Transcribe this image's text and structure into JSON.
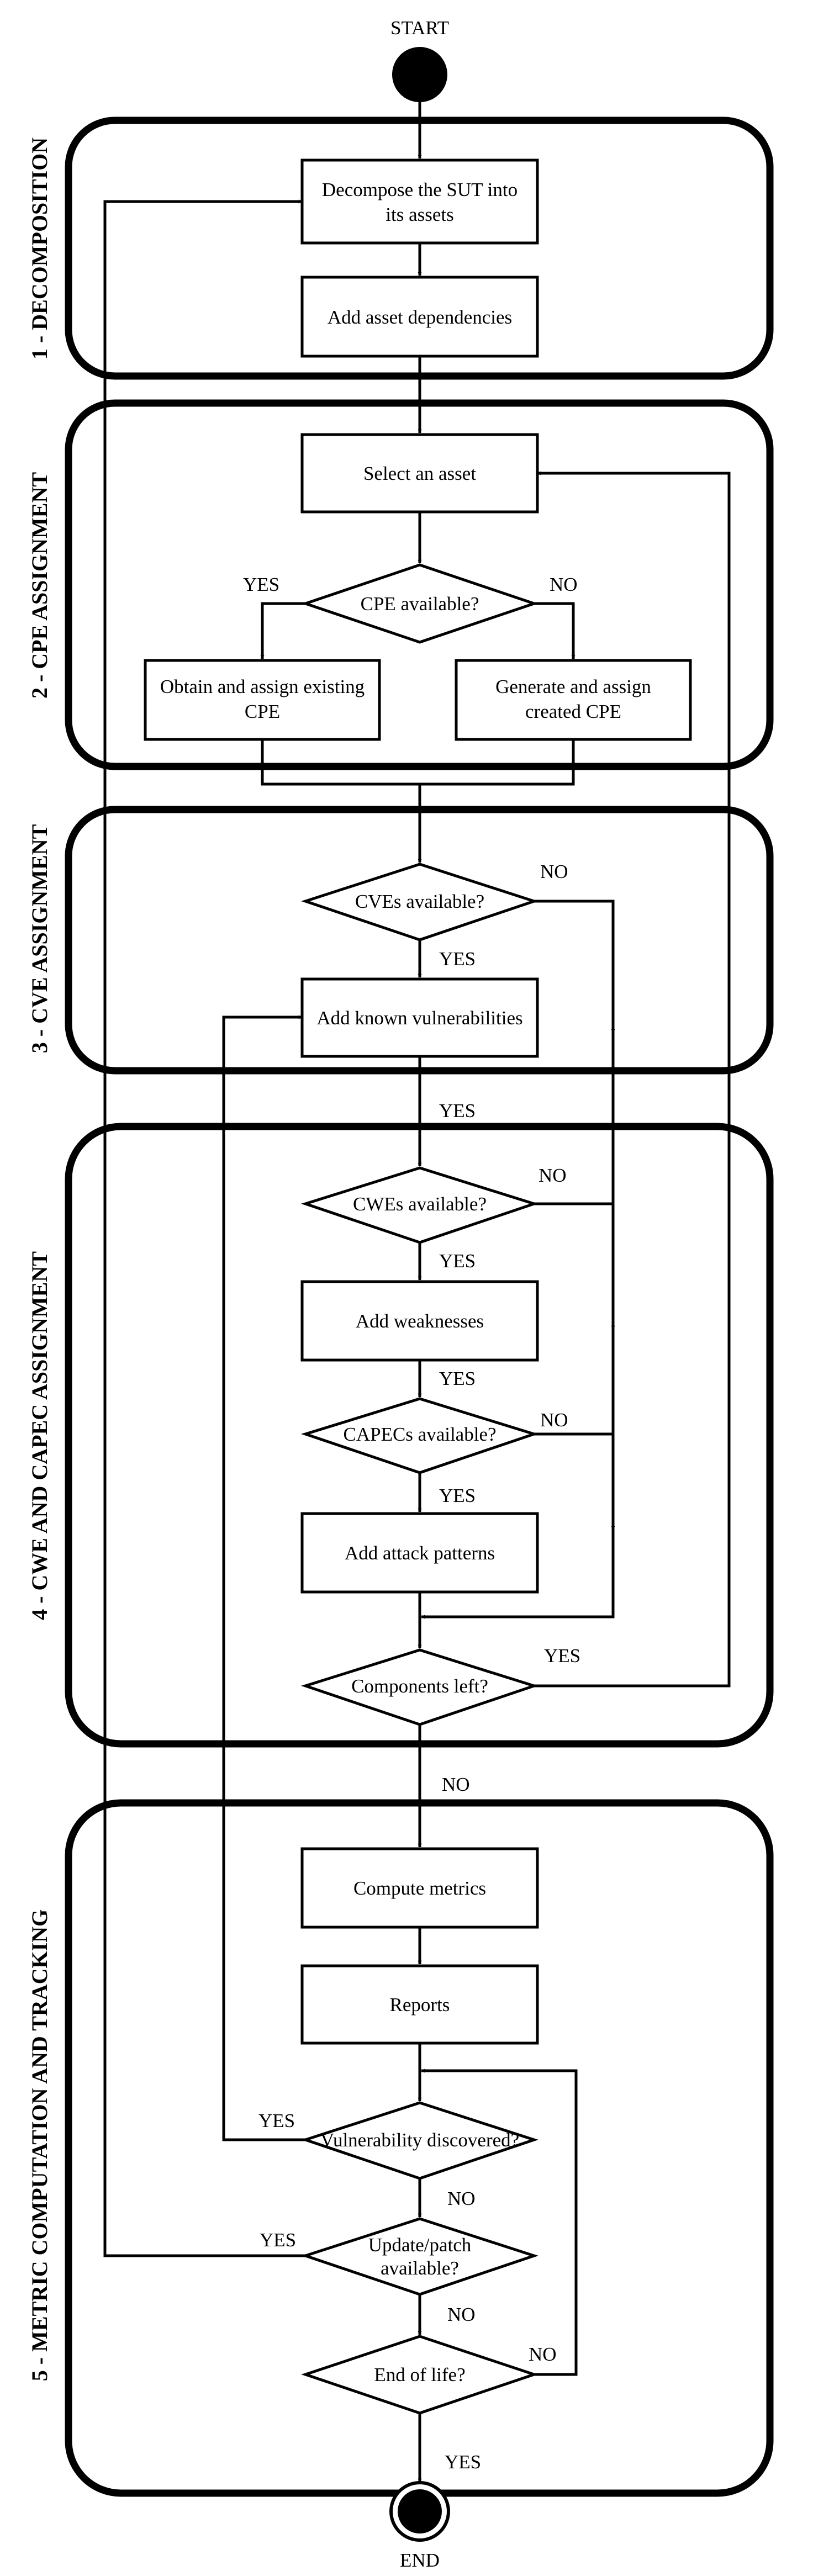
{
  "terminals": {
    "start": "START",
    "end": "END"
  },
  "sections": [
    {
      "id": "s1",
      "label": "1 - DECOMPOSITION"
    },
    {
      "id": "s2",
      "label": "2 - CPE ASSIGNMENT"
    },
    {
      "id": "s3",
      "label": "3 - CVE ASSIGNMENT"
    },
    {
      "id": "s4",
      "label": "4 - CWE AND CAPEC ASSIGNMENT"
    },
    {
      "id": "s5",
      "label": "5 - METRIC COMPUTATION AND TRACKING"
    }
  ],
  "nodes": {
    "decompose": [
      "Decompose the SUT into",
      "its assets"
    ],
    "dependencies": "Add asset dependencies",
    "select_asset": "Select an asset",
    "cpe_available": "CPE available?",
    "obtain_cpe": [
      "Obtain and assign existing",
      "CPE"
    ],
    "generate_cpe": [
      "Generate and assign",
      "created CPE"
    ],
    "cves_available": "CVEs available?",
    "add_vulns": "Add known vulnerabilities",
    "cwes_available": "CWEs available?",
    "add_weaknesses": "Add weaknesses",
    "capecs_available": "CAPECs available?",
    "add_attack": "Add attack patterns",
    "components_left": "Components left?",
    "compute_metrics": "Compute metrics",
    "reports": "Reports",
    "vuln_discovered": "Vulnerability discovered?",
    "update_patch": [
      "Update/patch",
      "available?"
    ],
    "end_of_life": "End of life?"
  },
  "edge_labels": {
    "cpe_yes": "YES",
    "cpe_no": "NO",
    "cves_no": "NO",
    "cves_yes": "YES",
    "vulns_yes": "YES",
    "cwes_no": "NO",
    "cwes_yes": "YES",
    "weak_yes": "YES",
    "capecs_no": "NO",
    "capecs_yes": "YES",
    "comp_yes": "YES",
    "comp_no": "NO",
    "vuln_yes": "YES",
    "vuln_no": "NO",
    "upd_yes": "YES",
    "upd_no": "NO",
    "eol_no": "NO",
    "eol_yes": "YES"
  }
}
